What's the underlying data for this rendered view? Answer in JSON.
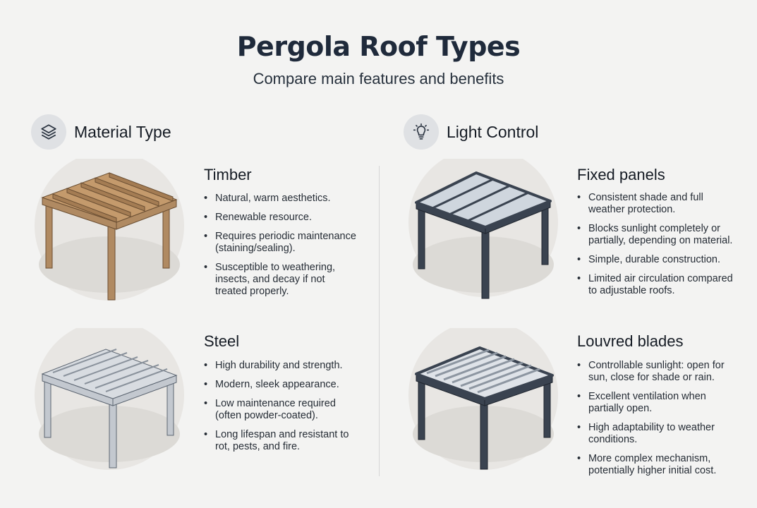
{
  "header": {
    "title": "Pergola Roof Types",
    "subtitle": "Compare main features and benefits"
  },
  "sections": [
    {
      "label": "Material Type",
      "icon": "layers-icon",
      "cards": [
        {
          "title": "Timber",
          "bullets": [
            "Natural, warm aesthetics.",
            "Renewable resource.",
            "Requires periodic maintenance (staining/sealing).",
            "Susceptible to weathering, insects, and decay if not treated properly."
          ]
        },
        {
          "title": "Steel",
          "bullets": [
            "High durability and strength.",
            "Modern, sleek appearance.",
            "Low maintenance required (often powder-coated).",
            "Long lifespan and resistant to rot, pests, and fire."
          ]
        }
      ]
    },
    {
      "label": "Light Control",
      "icon": "lightbulb-icon",
      "cards": [
        {
          "title": "Fixed panels",
          "bullets": [
            "Consistent shade and full weather protection.",
            "Blocks sunlight completely or partially, depending on material.",
            "Simple, durable construction.",
            "Limited air circulation compared to adjustable roofs."
          ]
        },
        {
          "title": "Louvred blades",
          "bullets": [
            "Controllable sunlight: open for sun, close for shade or rain.",
            "Excellent ventilation when partially open.",
            "High adaptability to weather conditions.",
            "More complex mechanism, potentially higher initial cost."
          ]
        }
      ]
    }
  ],
  "colors": {
    "timber": "#a9825b",
    "steel": "#b9bec6",
    "dark_steel": "#3a4350",
    "background": "#f3f3f2"
  }
}
